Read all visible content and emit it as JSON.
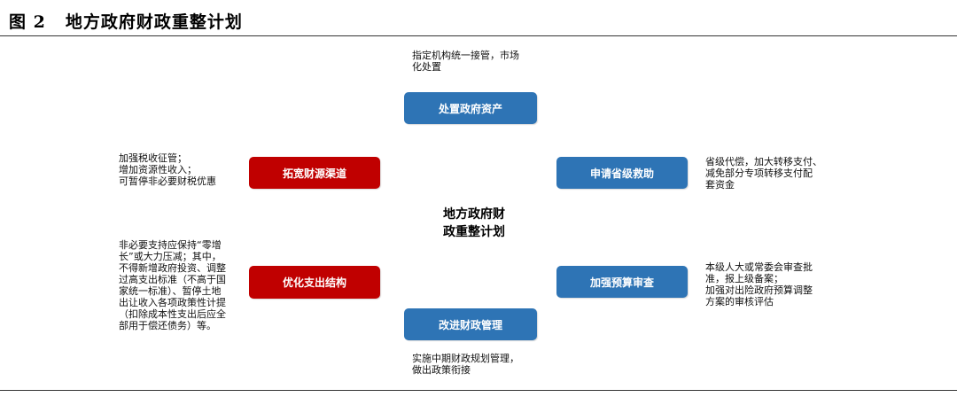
{
  "figure": {
    "number": "图 2",
    "title": "地方政府财政重整计划"
  },
  "center": {
    "label": "地方政府财\n政重整计划"
  },
  "boxes": {
    "top": "处置政府资产",
    "bottom": "改进财政管理",
    "left_upper": "拓宽财源渠道",
    "left_lower": "优化支出结构",
    "right_upper": "申请省级救助",
    "right_lower": "加强预算审查"
  },
  "notes": {
    "top": "指定机构统一接管，市场\n化处置",
    "bottom": "实施中期财政规划管理，\n做出政策衔接",
    "left_upper": "加强税收征管；\n增加资源性收入；\n可暂停非必要财税优惠",
    "left_lower": "非必要支持应保持“零增\n长”或大力压减；其中，\n不得新增政府投资、调整\n过高支出标准（不高于国\n家统一标准）、暂停土地\n出让收入各项政策性计提\n（扣除成本性支出后应全\n部用于偿还债务）等。",
    "right_upper": "省级代偿，加大转移支付、\n减免部分专项转移支付配\n套资金",
    "right_lower": "本级人大或常委会审查批\n准，报上级备案；\n加强对出险政府预算调整\n方案的审核评估"
  },
  "colors": {
    "blue": "#2e74b5",
    "red": "#c00000"
  }
}
